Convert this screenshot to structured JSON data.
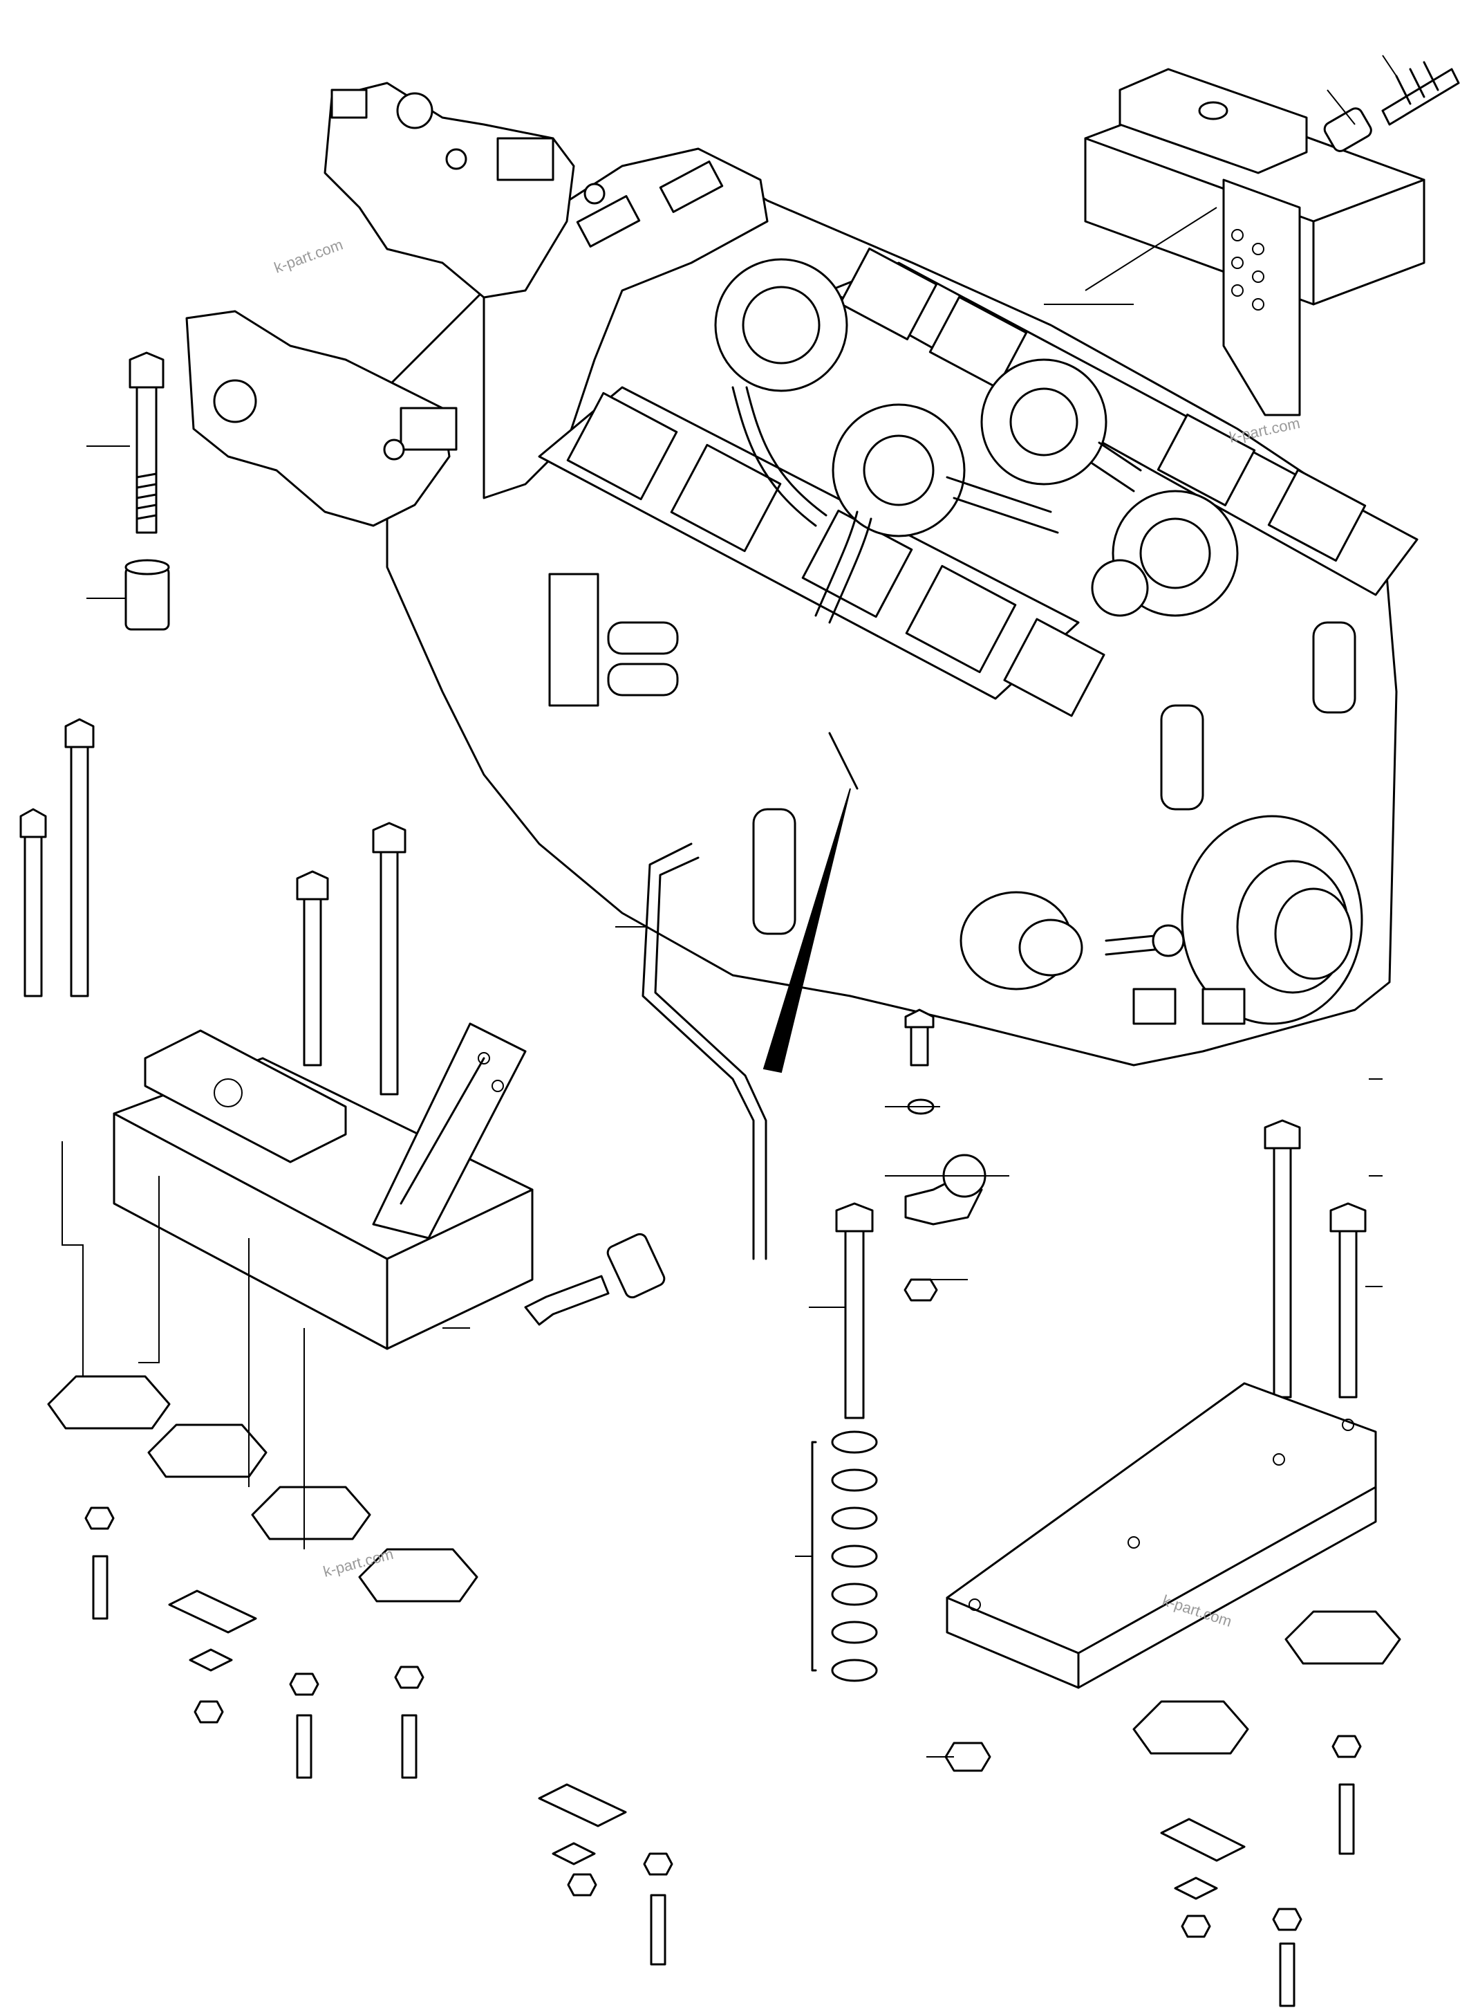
{
  "watermarks": [
    "k-part.com",
    "k-part.com",
    "k-part.com",
    "k-part.com"
  ],
  "colors": {
    "line": "#000000",
    "background": "#ffffff",
    "watermark": "#9a9a9a"
  }
}
